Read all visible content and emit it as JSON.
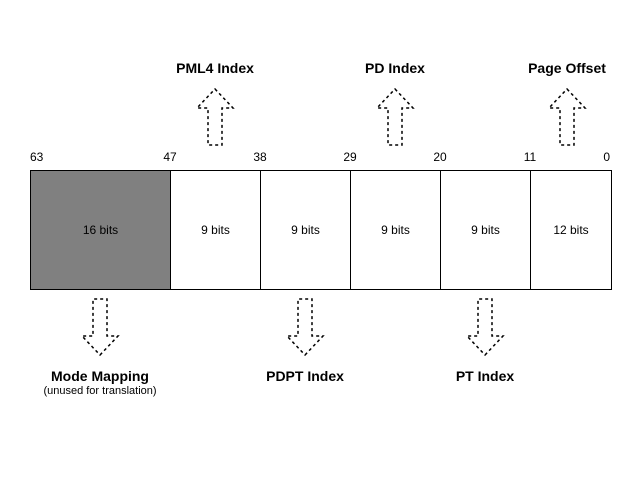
{
  "diagram": {
    "top_labels": [
      {
        "text": "PML4 Index"
      },
      {
        "text": "PD Index"
      },
      {
        "text": "Page Offset"
      }
    ],
    "bit_markers": [
      "63",
      "47",
      "38",
      "29",
      "20",
      "11",
      "0"
    ],
    "segments": [
      {
        "label": "16 bits",
        "shaded": true
      },
      {
        "label": "9 bits",
        "shaded": false
      },
      {
        "label": "9 bits",
        "shaded": false
      },
      {
        "label": "9 bits",
        "shaded": false
      },
      {
        "label": "9 bits",
        "shaded": false
      },
      {
        "label": "12 bits",
        "shaded": false
      }
    ],
    "bottom_labels": [
      {
        "text": "Mode Mapping",
        "subtext": "(unused for translation)"
      },
      {
        "text": "PDPT Index",
        "subtext": ""
      },
      {
        "text": "PT Index",
        "subtext": ""
      }
    ],
    "colors": {
      "shaded_segment": "#808080",
      "border": "#000000"
    }
  }
}
